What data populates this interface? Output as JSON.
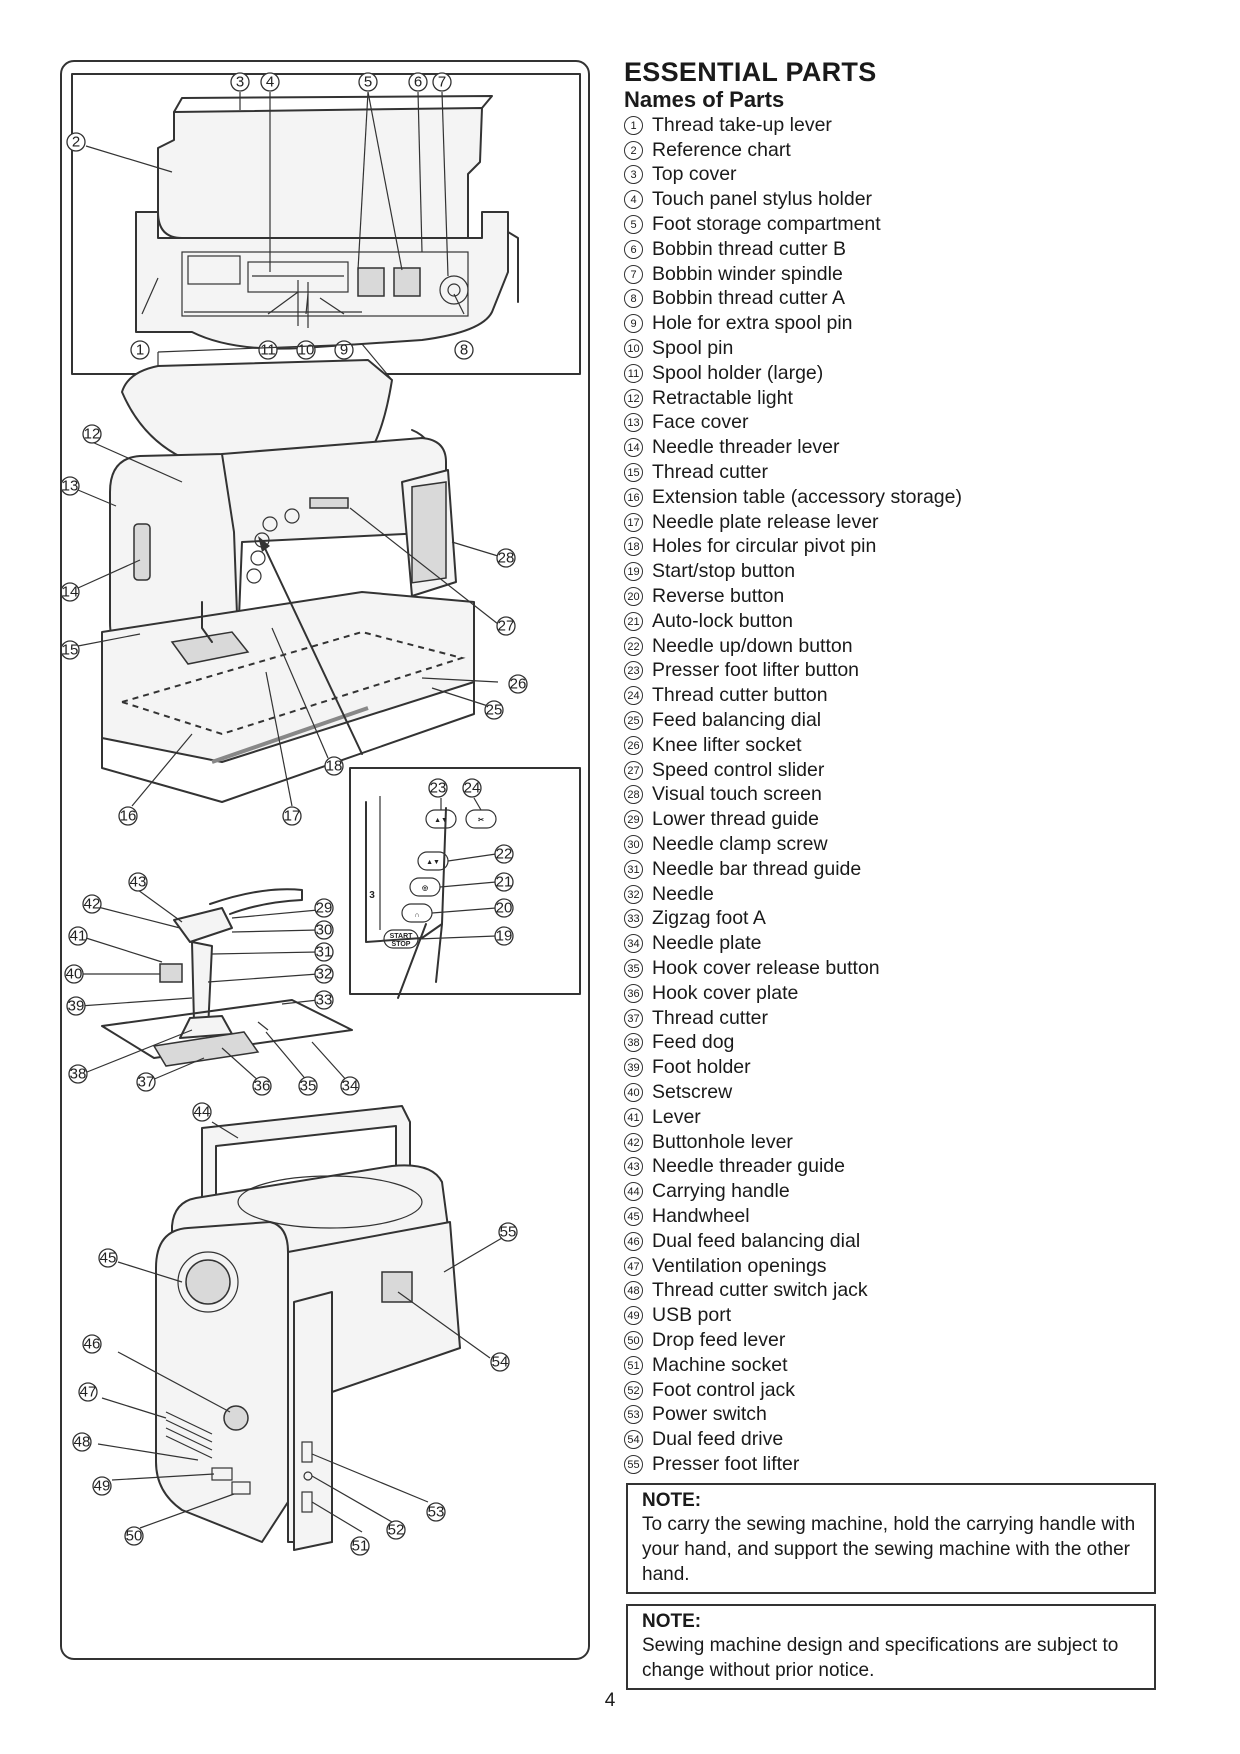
{
  "section_title": "ESSENTIAL PARTS",
  "subsection_title": "Names of Parts",
  "parts": [
    {
      "num": "1",
      "label": "Thread take-up lever"
    },
    {
      "num": "2",
      "label": "Reference chart"
    },
    {
      "num": "3",
      "label": "Top cover"
    },
    {
      "num": "4",
      "label": "Touch panel stylus holder"
    },
    {
      "num": "5",
      "label": "Foot storage compartment"
    },
    {
      "num": "6",
      "label": "Bobbin thread cutter B"
    },
    {
      "num": "7",
      "label": "Bobbin winder spindle"
    },
    {
      "num": "8",
      "label": "Bobbin thread cutter A"
    },
    {
      "num": "9",
      "label": "Hole for extra spool pin"
    },
    {
      "num": "10",
      "label": "Spool pin"
    },
    {
      "num": "11",
      "label": "Spool holder (large)"
    },
    {
      "num": "12",
      "label": "Retractable light"
    },
    {
      "num": "13",
      "label": "Face cover"
    },
    {
      "num": "14",
      "label": "Needle threader lever"
    },
    {
      "num": "15",
      "label": "Thread cutter"
    },
    {
      "num": "16",
      "label": "Extension table (accessory storage)"
    },
    {
      "num": "17",
      "label": "Needle plate release lever"
    },
    {
      "num": "18",
      "label": "Holes for circular pivot pin"
    },
    {
      "num": "19",
      "label": "Start/stop button"
    },
    {
      "num": "20",
      "label": "Reverse button"
    },
    {
      "num": "21",
      "label": "Auto-lock button"
    },
    {
      "num": "22",
      "label": "Needle up/down button"
    },
    {
      "num": "23",
      "label": "Presser foot lifter button"
    },
    {
      "num": "24",
      "label": "Thread cutter button"
    },
    {
      "num": "25",
      "label": "Feed balancing dial"
    },
    {
      "num": "26",
      "label": "Knee lifter socket"
    },
    {
      "num": "27",
      "label": "Speed control slider"
    },
    {
      "num": "28",
      "label": "Visual touch screen"
    },
    {
      "num": "29",
      "label": "Lower thread guide"
    },
    {
      "num": "30",
      "label": "Needle clamp screw"
    },
    {
      "num": "31",
      "label": "Needle bar thread guide"
    },
    {
      "num": "32",
      "label": "Needle"
    },
    {
      "num": "33",
      "label": "Zigzag foot A"
    },
    {
      "num": "34",
      "label": "Needle plate"
    },
    {
      "num": "35",
      "label": "Hook cover release button"
    },
    {
      "num": "36",
      "label": "Hook cover plate"
    },
    {
      "num": "37",
      "label": "Thread cutter"
    },
    {
      "num": "38",
      "label": "Feed dog"
    },
    {
      "num": "39",
      "label": "Foot holder"
    },
    {
      "num": "40",
      "label": "Setscrew"
    },
    {
      "num": "41",
      "label": "Lever"
    },
    {
      "num": "42",
      "label": "Buttonhole lever"
    },
    {
      "num": "43",
      "label": "Needle threader guide"
    },
    {
      "num": "44",
      "label": "Carrying handle"
    },
    {
      "num": "45",
      "label": "Handwheel"
    },
    {
      "num": "46",
      "label": "Dual feed balancing dial"
    },
    {
      "num": "47",
      "label": "Ventilation openings"
    },
    {
      "num": "48",
      "label": "Thread cutter switch jack"
    },
    {
      "num": "49",
      "label": "USB port"
    },
    {
      "num": "50",
      "label": "Drop feed lever"
    },
    {
      "num": "51",
      "label": "Machine socket"
    },
    {
      "num": "52",
      "label": "Foot control jack"
    },
    {
      "num": "53",
      "label": "Power switch"
    },
    {
      "num": "54",
      "label": "Dual feed drive"
    },
    {
      "num": "55",
      "label": "Presser foot lifter"
    }
  ],
  "notes": [
    {
      "title": "NOTE:",
      "text": "To carry the sewing machine, hold the carrying handle with your hand, and support the sewing machine with the other hand."
    },
    {
      "title": "NOTE:",
      "text": "Sewing machine design and specifications are subject to change without prior notice."
    }
  ],
  "page_number": "4",
  "button_labels": {
    "start_top": "START",
    "start_bottom": "STOP",
    "foot_number": "3"
  },
  "callouts": {
    "top": [
      "3",
      "4",
      "5",
      "6",
      "7",
      "2",
      "1",
      "11",
      "10",
      "9",
      "8"
    ],
    "main": [
      "12",
      "13",
      "14",
      "15",
      "16",
      "17",
      "18",
      "28",
      "27",
      "26",
      "25"
    ],
    "panel": [
      "23",
      "24",
      "22",
      "21",
      "20",
      "19"
    ],
    "foot": [
      "43",
      "42",
      "41",
      "40",
      "39",
      "38",
      "37",
      "36",
      "35",
      "34",
      "29",
      "30",
      "31",
      "32",
      "33"
    ],
    "rear": [
      "44",
      "45",
      "46",
      "47",
      "48",
      "49",
      "50",
      "51",
      "52",
      "53",
      "54",
      "55"
    ]
  }
}
